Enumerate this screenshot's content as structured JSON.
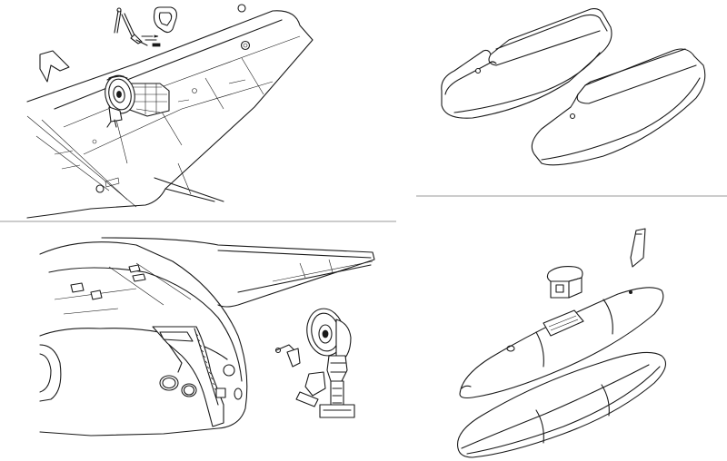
{
  "figure": {
    "panels": [
      {
        "id": "wing-main-gear-bay",
        "parts": [
          "main-wheel",
          "gear-bay-insert",
          "bay-door",
          "actuator-rods",
          "bay-cover-plate"
        ]
      },
      {
        "id": "gear-fairing-covers",
        "parts": [
          "fairing-cover-left",
          "fairing-cover-right"
        ]
      },
      {
        "id": "nose-gear-bay",
        "parts": [
          "nose-wheel-strut",
          "nose-bay-opening",
          "torque-link"
        ]
      },
      {
        "id": "drop-tank",
        "parts": [
          "drop-tank-body",
          "tank-pylon",
          "tank-fin",
          "tank-half-shell"
        ]
      }
    ],
    "style": {
      "line_color": "#1a1a1a",
      "background": "#ffffff",
      "divider_color": "#9a9a9a"
    }
  }
}
